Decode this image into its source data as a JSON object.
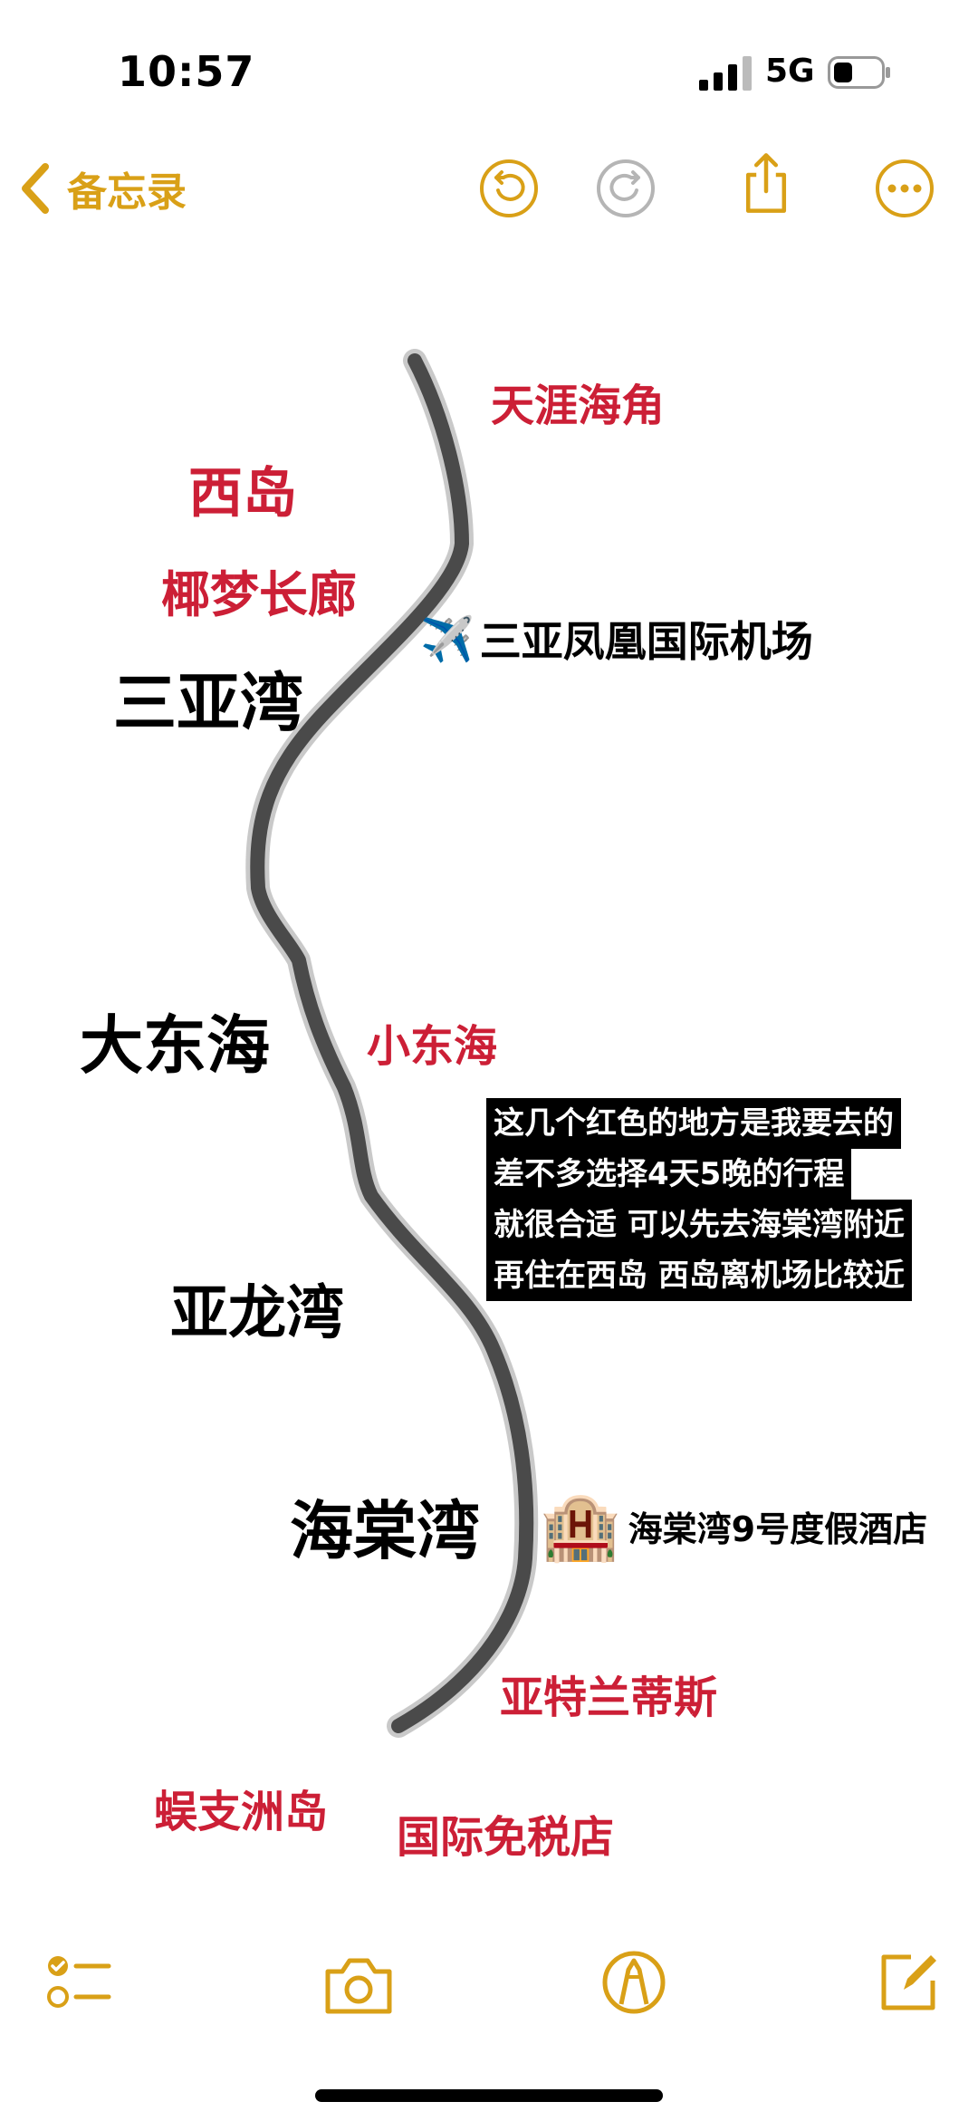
{
  "status_bar": {
    "time": "10:57",
    "network": "5G"
  },
  "nav": {
    "back_label": "备忘录"
  },
  "map": {
    "labels_red": {
      "tianya": "天涯海角",
      "xidao": "西岛",
      "yemeng": "椰梦长廊",
      "xiaodonghai": "小东海",
      "atlantis": "亚特兰蒂斯",
      "wuzhizhou": "蜈支洲岛",
      "dutyfree": "国际免税店"
    },
    "labels_black": {
      "sanyawan": "三亚湾",
      "dadonghai": "大东海",
      "yalongwan": "亚龙湾",
      "haitangwan": "海棠湾"
    },
    "airport": {
      "emoji": "✈️",
      "label": "三亚凤凰国际机场"
    },
    "hotel": {
      "emoji": "🏨",
      "label": "海棠湾9号度假酒店"
    },
    "note_lines": [
      "这几个红色的地方是我要去的",
      "差不多选择4天5晚的行程",
      "就很合适 可以先去海棠湾附近",
      "再住在西岛  西岛离机场比较近"
    ]
  },
  "colors": {
    "accent": "#d9a017",
    "red_label": "#cc1f36",
    "route": "#4a4a4a"
  },
  "icons": {
    "back": "chevron-left-icon",
    "undo": "undo-icon",
    "redo": "redo-icon",
    "share": "share-icon",
    "more": "more-icon",
    "checklist": "checklist-icon",
    "camera": "camera-icon",
    "markup": "markup-pen-icon",
    "compose": "compose-icon"
  }
}
